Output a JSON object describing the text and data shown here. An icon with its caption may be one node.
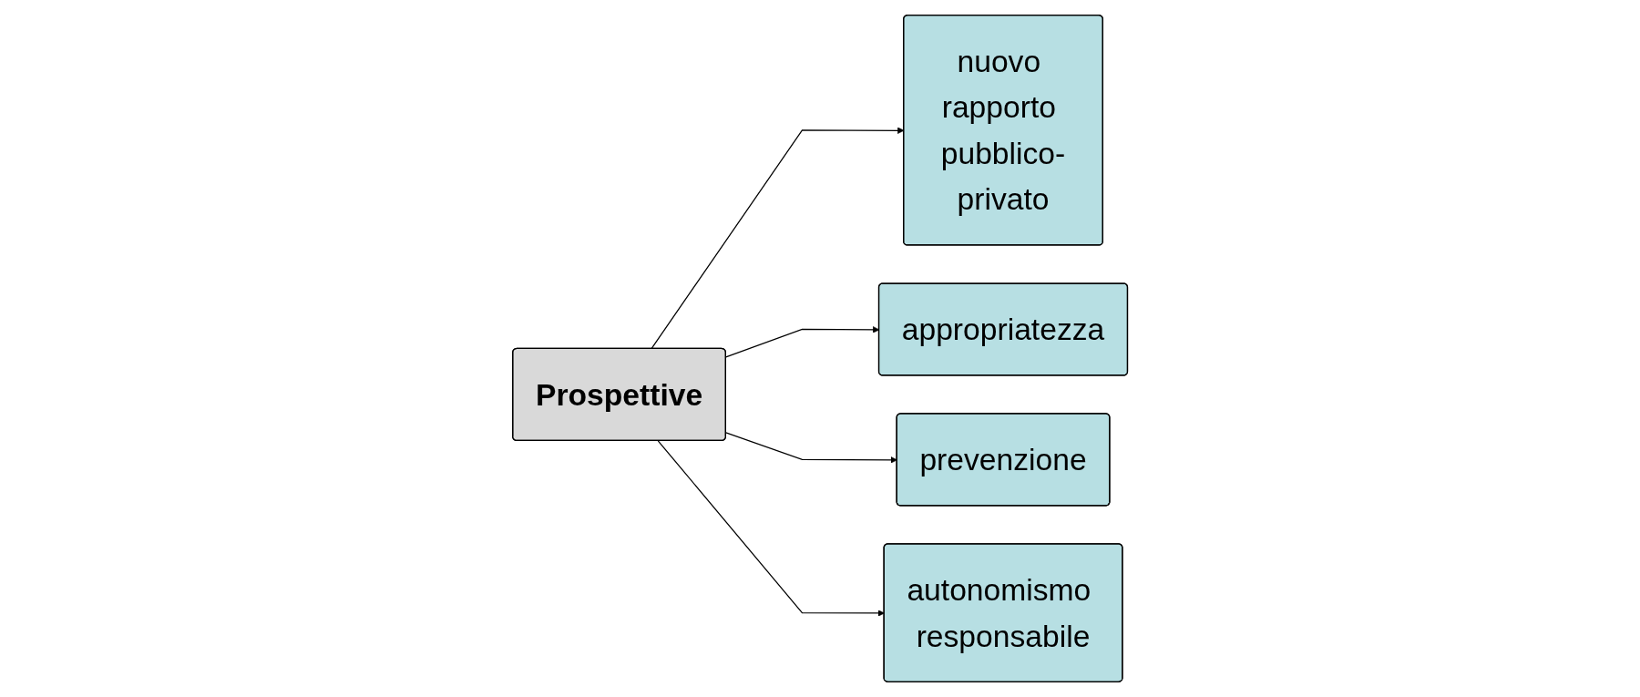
{
  "diagram": {
    "nodes": [
      {
        "text": [
          "Prospettive"
        ]
      },
      {
        "text": [
          "nuovo rapporto pubblico-privato"
        ]
      },
      {
        "text": [
          "appropriatezza"
        ]
      },
      {
        "text": [
          "prevenzione"
        ]
      },
      {
        "text": [
          "autonomismo responsabile"
        ]
      }
    ],
    "edges": [
      {
        "from": 0,
        "to": 1,
        "arrow": "to"
      },
      {
        "from": 0,
        "to": 2,
        "arrow": "to"
      },
      {
        "from": 0,
        "to": 3,
        "arrow": "to"
      },
      {
        "from": 0,
        "to": 4,
        "arrow": "to"
      }
    ]
  }
}
